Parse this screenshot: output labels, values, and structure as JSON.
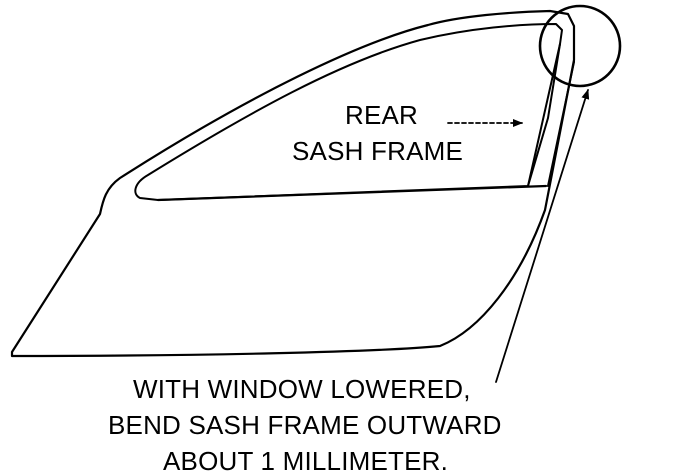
{
  "labels": {
    "rear_sash_frame": [
      "REAR",
      "SASH FRAME"
    ],
    "instruction": [
      "WITH WINDOW LOWERED,",
      "BEND SASH FRAME OUTWARD",
      "ABOUT 1 MILLIMETER."
    ]
  },
  "colors": {
    "ink": "#000000",
    "background": "#ffffff"
  }
}
